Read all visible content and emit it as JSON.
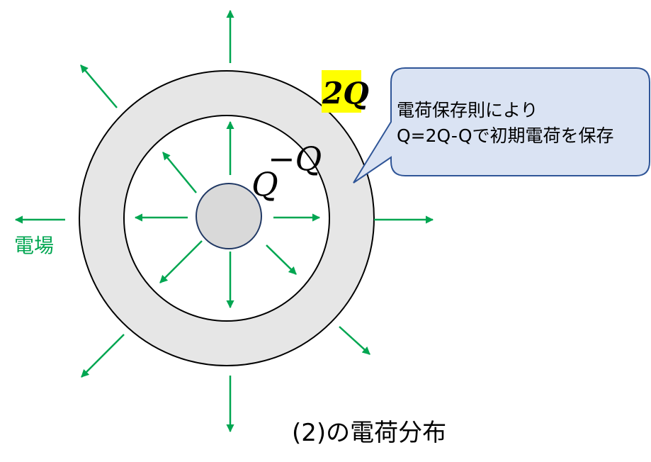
{
  "colors": {
    "arrow": "#00a651",
    "shell_fill": "#e6e6e6",
    "inner_sphere_fill": "#d9d9d9",
    "inner_sphere_stroke": "#203864",
    "highlight": "#ffff00",
    "callout_fill": "#dae3f3",
    "callout_stroke": "#2f5597"
  },
  "labels": {
    "field": "電場",
    "outer_charge": "2Q",
    "inner_surface_charge_base": "Q",
    "inner_surface_charge_sup": "−Q",
    "caption": "(2)の電荷分布"
  },
  "callout": {
    "line1": "電荷保存則により",
    "line2": "Q=2Q-Qで初期電荷を保存"
  }
}
